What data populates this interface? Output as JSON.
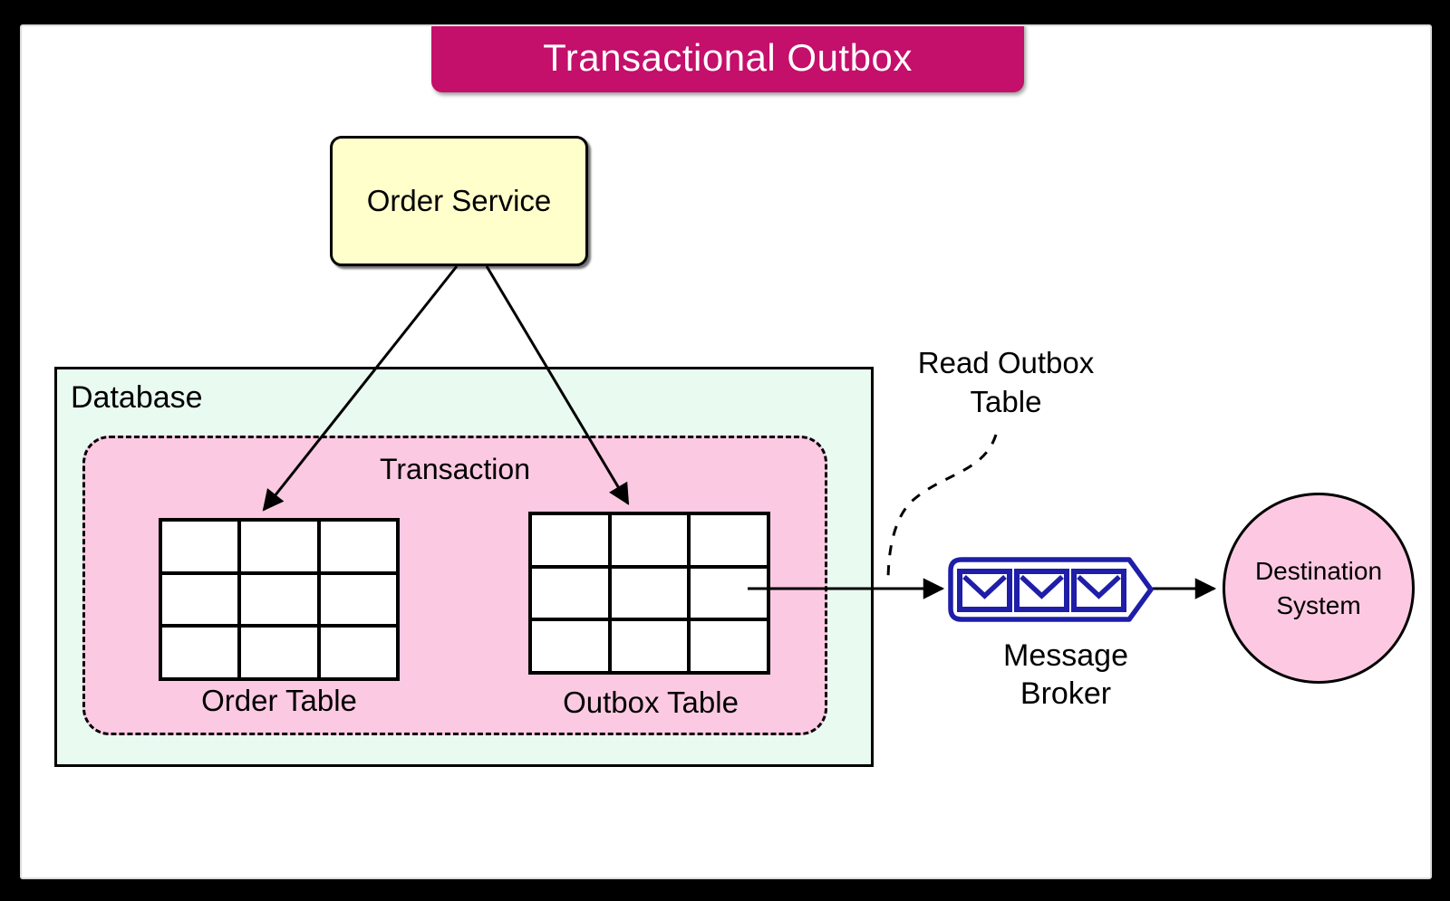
{
  "diagram_title": "Transactional Outbox",
  "order_service": {
    "label": "Order Service"
  },
  "database": {
    "label": "Database"
  },
  "transaction": {
    "label": "Transaction"
  },
  "order_table": {
    "label": "Order Table"
  },
  "outbox_table": {
    "label": "Outbox Table"
  },
  "tables": {
    "rows": 3,
    "cols": 3
  },
  "read_outbox_note": {
    "line1": "Read Outbox",
    "line2": "Table"
  },
  "message_broker": {
    "line1": "Message",
    "line2": "Broker",
    "envelope_count": 3
  },
  "destination_system": {
    "line1": "Destination",
    "line2": "System"
  },
  "colors": {
    "banner_bg": "#c40f6b",
    "service_fill": "#ffffcc",
    "database_fill": "#e9faf1",
    "transaction_fill": "#fcc9e2",
    "destination_fill": "#fdc9e2",
    "broker_blue": "#1e1ea8",
    "line": "#000000"
  }
}
